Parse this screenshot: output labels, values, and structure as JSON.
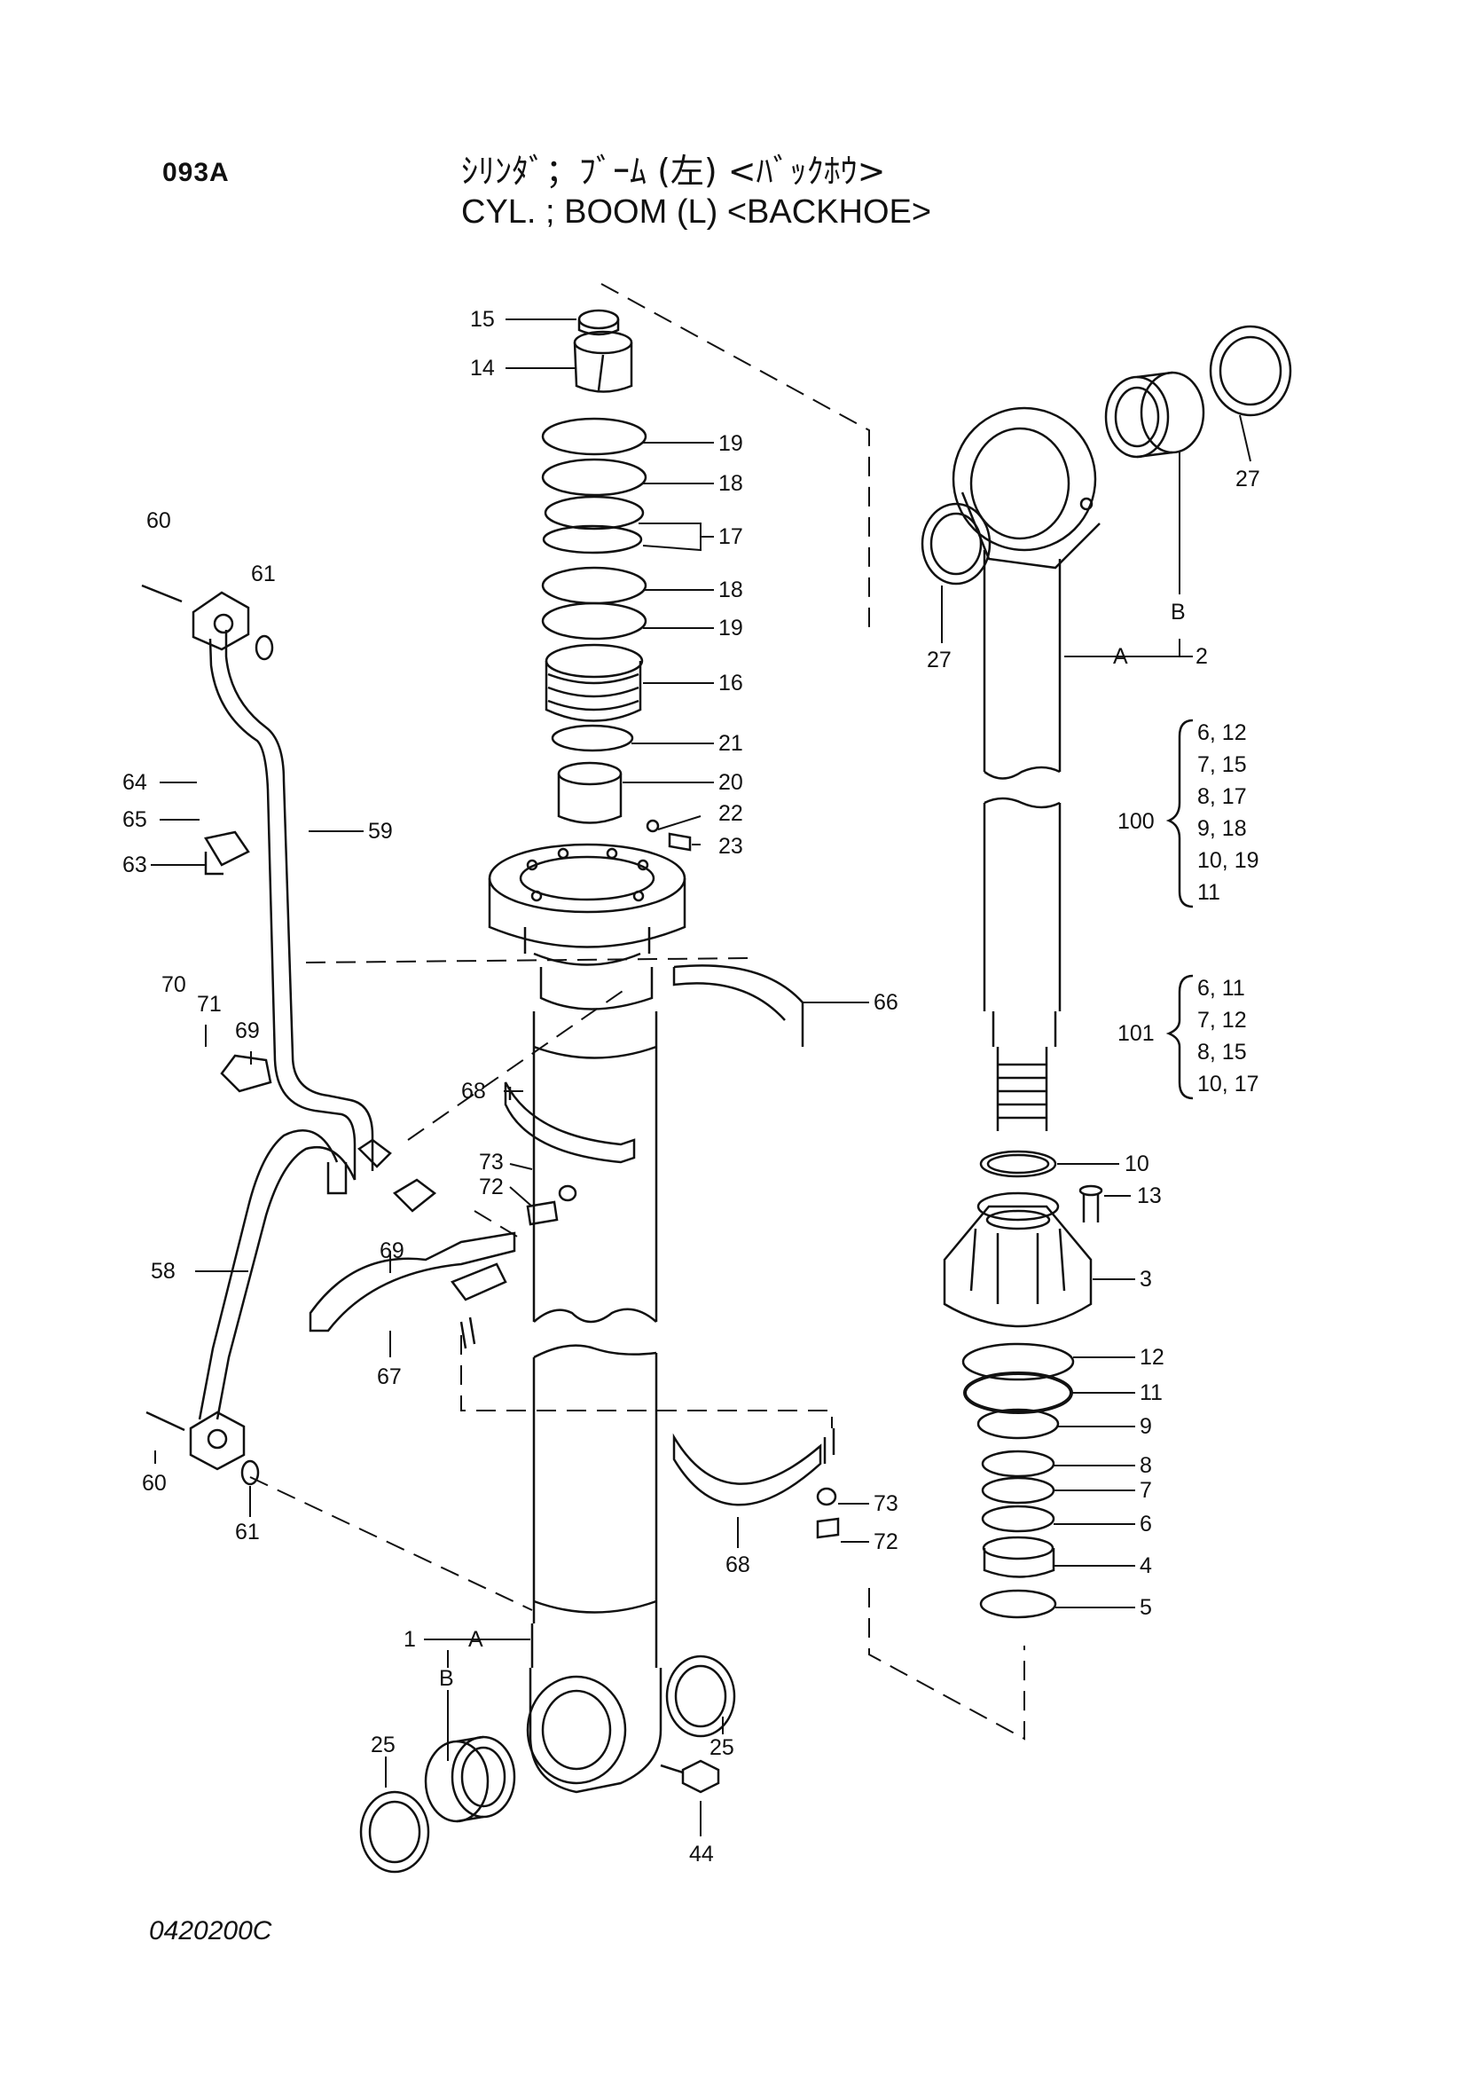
{
  "header": {
    "page_code": "093A",
    "title_jp": "ｼﾘﾝﾀﾞ；ﾌﾞｰﾑ (左) <ﾊﾞｯｸﾎｳ>",
    "title_en": "CYL. ; BOOM (L) <BACKHOE>"
  },
  "footer": {
    "drawing_code": "0420200C"
  },
  "callouts": {
    "c15": "15",
    "c14": "14",
    "c19a": "19",
    "c18a": "18",
    "c17": "17",
    "c18b": "18",
    "c19b": "19",
    "c16": "16",
    "c21": "21",
    "c20": "20",
    "c22": "22",
    "c23": "23",
    "c60a": "60",
    "c61a": "61",
    "c64": "64",
    "c65": "65",
    "c63": "63",
    "c59": "59",
    "c66": "66",
    "c70": "70",
    "c71": "71",
    "c69a": "69",
    "c68a": "68",
    "c73a": "73",
    "c72a": "72",
    "c69b": "69",
    "c58": "58",
    "c67": "67",
    "c60b": "60",
    "c61b": "61",
    "c68b": "68",
    "c73b": "73",
    "c72b": "72",
    "c1": "1",
    "cA1": "A",
    "cB1": "B",
    "c25a": "25",
    "c25b": "25",
    "c44": "44",
    "c27a": "27",
    "c27b": "27",
    "cB2": "B",
    "cA2": "A",
    "c2": "2",
    "c10": "10",
    "c13": "13",
    "c3": "3",
    "c12": "12",
    "c11": "11",
    "c9": "9",
    "c8": "8",
    "c7": "7",
    "c6": "6",
    "c4": "4",
    "c5": "5"
  },
  "kits": {
    "k100": {
      "label": "100",
      "items": [
        "6, 12",
        "7, 15",
        "8, 17",
        "9, 18",
        "10, 19",
        "11"
      ]
    },
    "k101": {
      "label": "101",
      "items": [
        "6, 11",
        "7, 12",
        "8, 15",
        "10, 17"
      ]
    }
  }
}
